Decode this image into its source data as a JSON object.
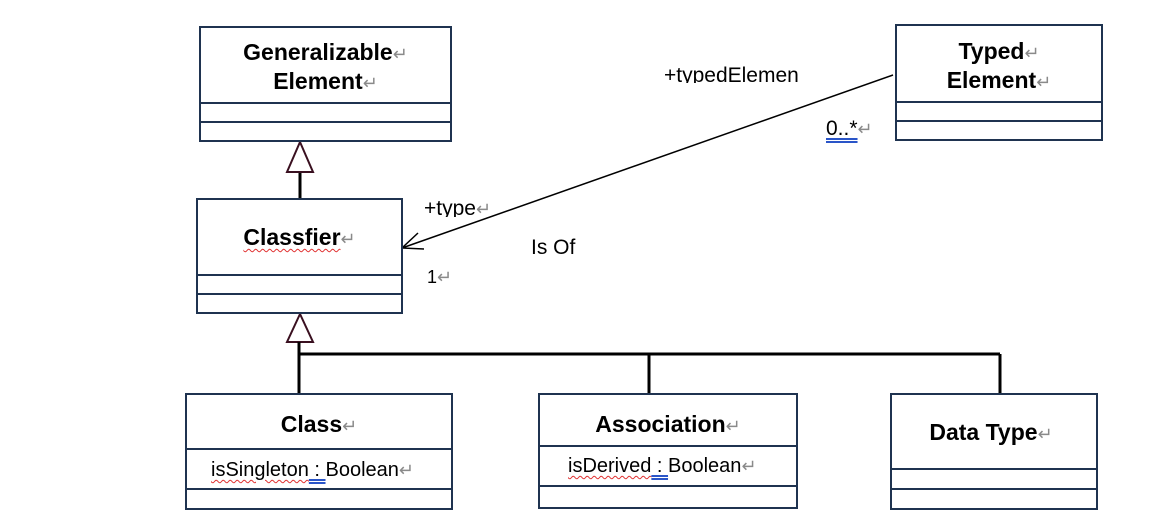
{
  "classes": {
    "generalizable_element": {
      "line1": "Generalizable",
      "line2": "Element"
    },
    "typed_element": {
      "line1": "Typed",
      "line2": "Element"
    },
    "classifier": {
      "name": "Classfier"
    },
    "class": {
      "name": "Class",
      "attr_name": "isSingleton",
      "attr_sep": " : ",
      "attr_type": "Boolean"
    },
    "association": {
      "name": "Association",
      "attr_name": "isDerived",
      "attr_sep": " : ",
      "attr_type": "Boolean"
    },
    "data_type": {
      "name": "Data Type"
    }
  },
  "association_labels": {
    "typed_role": "+typedElemen",
    "typed_multiplicity": "0..*",
    "type_role": "+type",
    "type_multiplicity": "1",
    "name": "Is Of"
  },
  "paragraph_mark": "↵"
}
